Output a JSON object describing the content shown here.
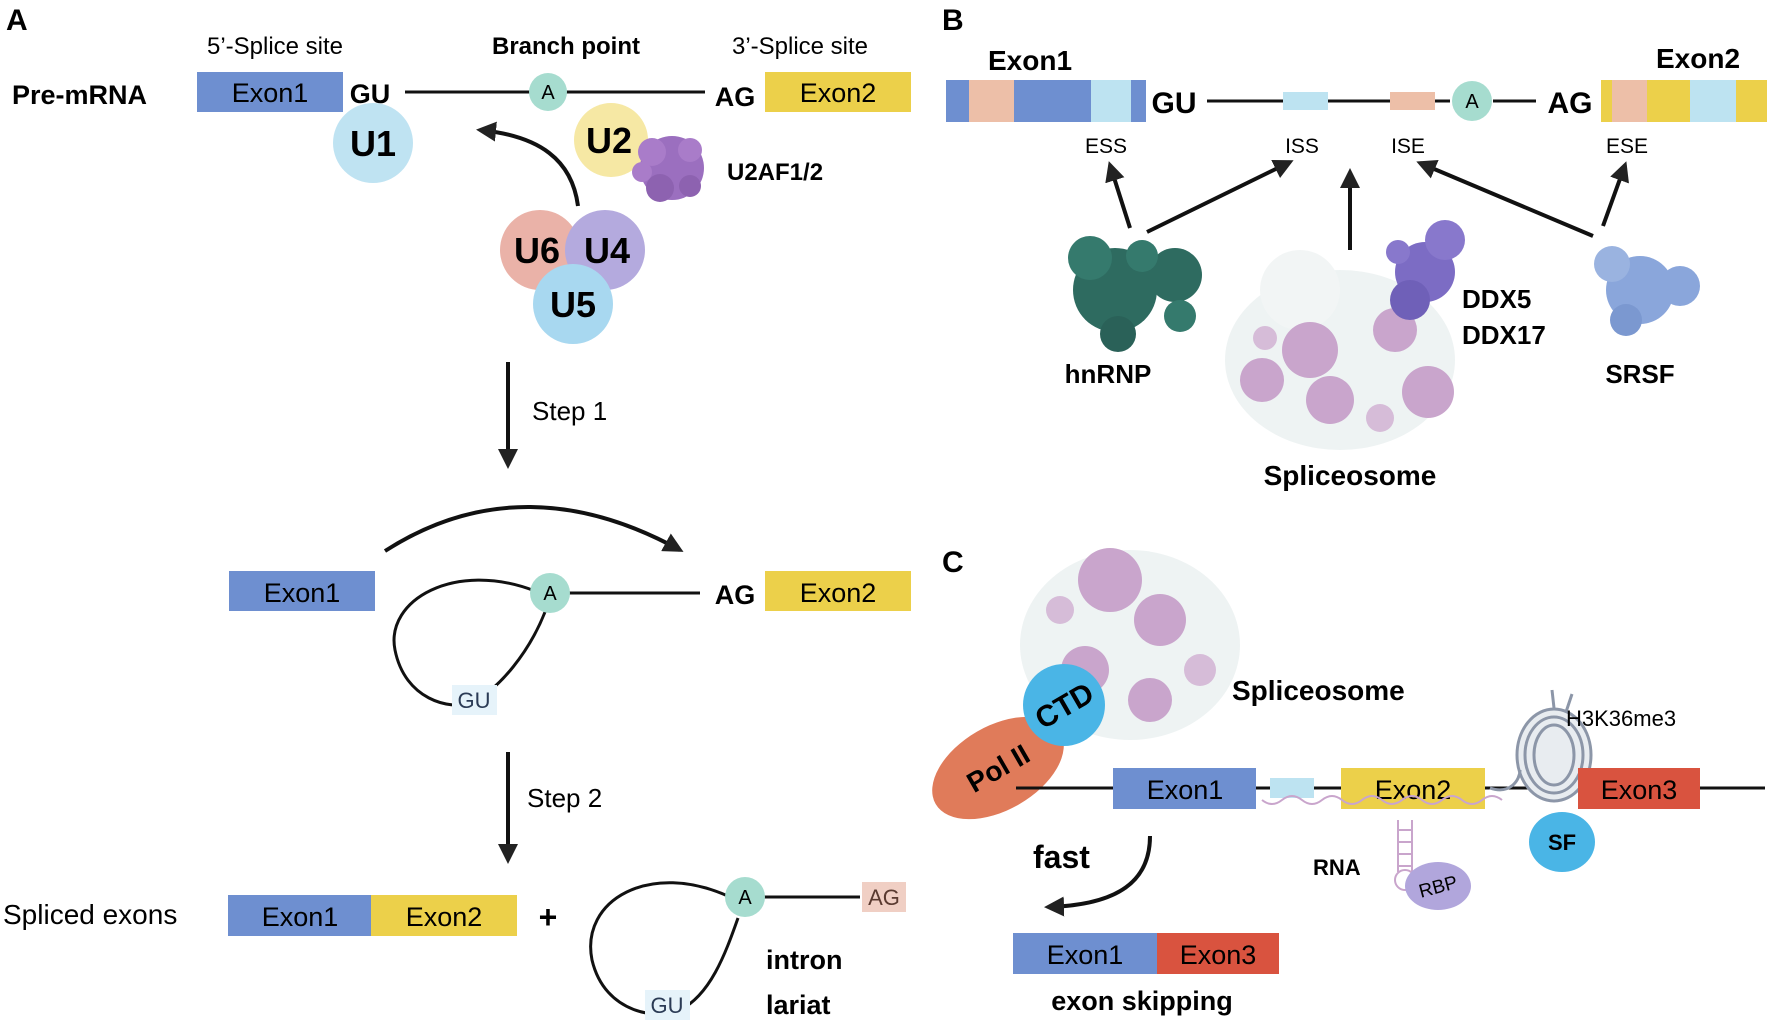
{
  "panelA": {
    "label": "A",
    "five_splice": "5’-Splice site",
    "branch_point": "Branch point",
    "three_splice": "3’-Splice site",
    "pre_mrna": "Pre-mRNA",
    "exon1": "Exon1",
    "exon2": "Exon2",
    "gu": "GU",
    "ag": "AG",
    "a": "A",
    "u1": "U1",
    "u2": "U2",
    "u2af": "U2AF1/2",
    "u6": "U6",
    "u4": "U4",
    "u5": "U5",
    "step1": "Step 1",
    "step2": "Step 2",
    "spliced_exons": "Spliced exons",
    "plus": "+",
    "intron": "intron",
    "lariat": "lariat"
  },
  "panelB": {
    "label": "B",
    "exon1": "Exon1",
    "exon2": "Exon2",
    "gu": "GU",
    "ag": "AG",
    "a": "A",
    "ess": "ESS",
    "iss": "ISS",
    "ise": "ISE",
    "ese": "ESE",
    "hnrnp": "hnRNP",
    "ddx5": "DDX5",
    "ddx17": "DDX17",
    "srsf": "SRSF",
    "spliceosome": "Spliceosome"
  },
  "panelC": {
    "label": "C",
    "spliceosome": "Spliceosome",
    "ctd": "CTD",
    "pol2": "Pol II",
    "h3k36": "H3K36me3",
    "exon1": "Exon1",
    "exon2": "Exon2",
    "exon3": "Exon3",
    "sf": "SF",
    "fast": "fast",
    "rna": "RNA",
    "rbp": "RBP",
    "exon_skipping": "exon skipping"
  },
  "colors": {
    "exon1": "#6e8fd0",
    "exon2": "#ecd04a",
    "exon3": "#d9533f",
    "branch_a": "#a6dccf",
    "u1": "#bfe3f2",
    "u2": "#f6e8a4",
    "u2af": "#9b6fbf",
    "u6": "#eab2a8",
    "u4": "#b4aade",
    "u5": "#a8d8f0",
    "ess_box": "#edbfa8",
    "iss_box": "#bde3f1",
    "hnrnp": "#2e6b60",
    "ddx": "#7c6cc4",
    "srsf": "#8aa6db",
    "spliceosome_purple": "#c9a5cc",
    "ctd": "#4ab5e6",
    "pol2": "#e07b5a",
    "sf": "#4ab5e6",
    "rbp": "#b1a6dc"
  }
}
